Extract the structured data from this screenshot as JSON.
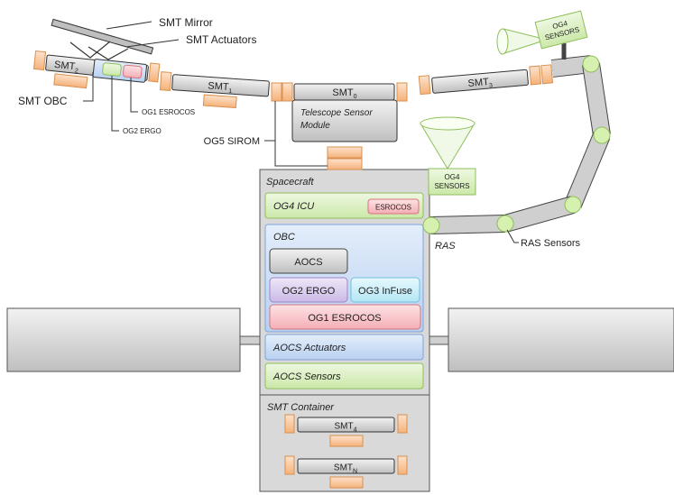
{
  "labels": {
    "smt_mirror": "SMT Mirror",
    "smt_actuators": "SMT Actuators",
    "smt_obc": "SMT OBC",
    "og1_esrocos_small": "OG1 ESROCOS",
    "og2_ergo_small": "OG2 ERGO",
    "og5_sirom": "OG5 SIROM",
    "og4_sensors_top": [
      "OG4",
      "SENSORS"
    ],
    "og4_sensors_mid": [
      "OG4",
      "SENSORS"
    ],
    "ras": "RAS",
    "ras_sensors": "RAS Sensors"
  },
  "smt": {
    "smt2": {
      "base": "SMT",
      "sub": "2"
    },
    "smt1": {
      "base": "SMT",
      "sub": "1"
    },
    "smt0": {
      "base": "SMT",
      "sub": "0"
    },
    "smt3": {
      "base": "SMT",
      "sub": "3"
    },
    "smt4": {
      "base": "SMT",
      "sub": "4"
    },
    "smtn": {
      "base": "SMT",
      "sub": "N"
    }
  },
  "telescope": [
    "Telescope Sensor",
    "Module"
  ],
  "spacecraft": {
    "title": "Spacecraft",
    "og4_icu": "OG4 ICU",
    "esrocos": "ESROCOS",
    "obc": "OBC",
    "aocs": "AOCS",
    "og2_ergo": "OG2 ERGO",
    "og3_infuse": "OG3 InFuse",
    "og1_esrocos": "OG1 ESROCOS",
    "aocs_actuators": "AOCS Actuators",
    "aocs_sensors": "AOCS Sensors"
  },
  "container": {
    "title": "SMT Container"
  },
  "colors": {
    "gray_block": "#d9d9d9",
    "orange": "#f8c9a0",
    "green": "#d9efbd",
    "green_border": "#8fbf5a",
    "blue": "#c9dcf5",
    "blue_border": "#7fa3d9",
    "pink": "#f8c4c8",
    "pink_border": "#d9737c",
    "purple": "#dccdee",
    "purple_border": "#9b86c2",
    "cyan": "#c9eef8",
    "cyan_border": "#6fc0dc",
    "joint": "#d6f0b0",
    "joint_border": "#8fbf5a"
  }
}
